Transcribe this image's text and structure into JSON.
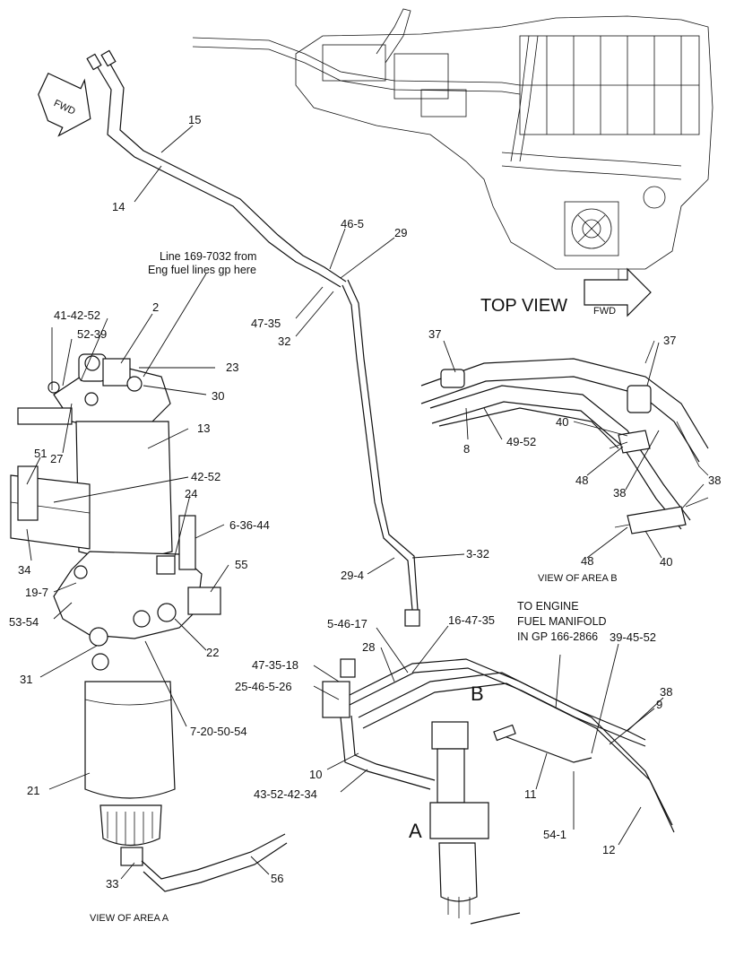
{
  "notes": {
    "line_note_1": "Line 169-7032 from",
    "line_note_2": "Eng fuel lines gp here",
    "top_view": "TOP VIEW",
    "fwd": "FWD",
    "to_engine_1": "TO ENGINE",
    "to_engine_2": "FUEL MANIFOLD",
    "to_engine_3": "IN GP 166-2866",
    "view_area_a": "VIEW OF AREA  A",
    "view_area_b": "VIEW OF AREA B",
    "area_a": "A",
    "area_b": "B"
  },
  "callouts": {
    "c15": "15",
    "c14": "14",
    "c46_5": "46-5",
    "c29": "29",
    "c47_35_top": "47-35",
    "c32": "32",
    "c41_42_52": "41-42-52",
    "c2": "2",
    "c52_39": "52-39",
    "c23": "23",
    "c30": "30",
    "c27": "27",
    "c13": "13",
    "c51": "51",
    "c42_52": "42-52",
    "c24": "24",
    "c6_36_44": "6-36-44",
    "c34": "34",
    "c55": "55",
    "c19_7": "19-7",
    "c53_54": "53-54",
    "c22": "22",
    "c31": "31",
    "c7_20_50_54": "7-20-50-54",
    "c21": "21",
    "c33": "33",
    "c56": "56",
    "c29_4": "29-4",
    "c3_32": "3-32",
    "c5_46_17": "5-46-17",
    "c16_47_35": "16-47-35",
    "c28": "28",
    "c47_35_18": "47-35-18",
    "c25_46_5_26": "25-46-5-26",
    "c39_45_52": "39-45-52",
    "c38_right": "38",
    "c9": "9",
    "c10": "10",
    "c43_52_42_34": "43-52-42-34",
    "c11": "11",
    "c54_1": "54-1",
    "c12": "12",
    "c37_left": "37",
    "c37_right": "37",
    "c8": "8",
    "c49_52": "49-52",
    "c40_top": "40",
    "c48_top": "48",
    "c38_mid": "38",
    "c38_b": "38",
    "c48_bot": "48",
    "c40_bot": "40"
  }
}
